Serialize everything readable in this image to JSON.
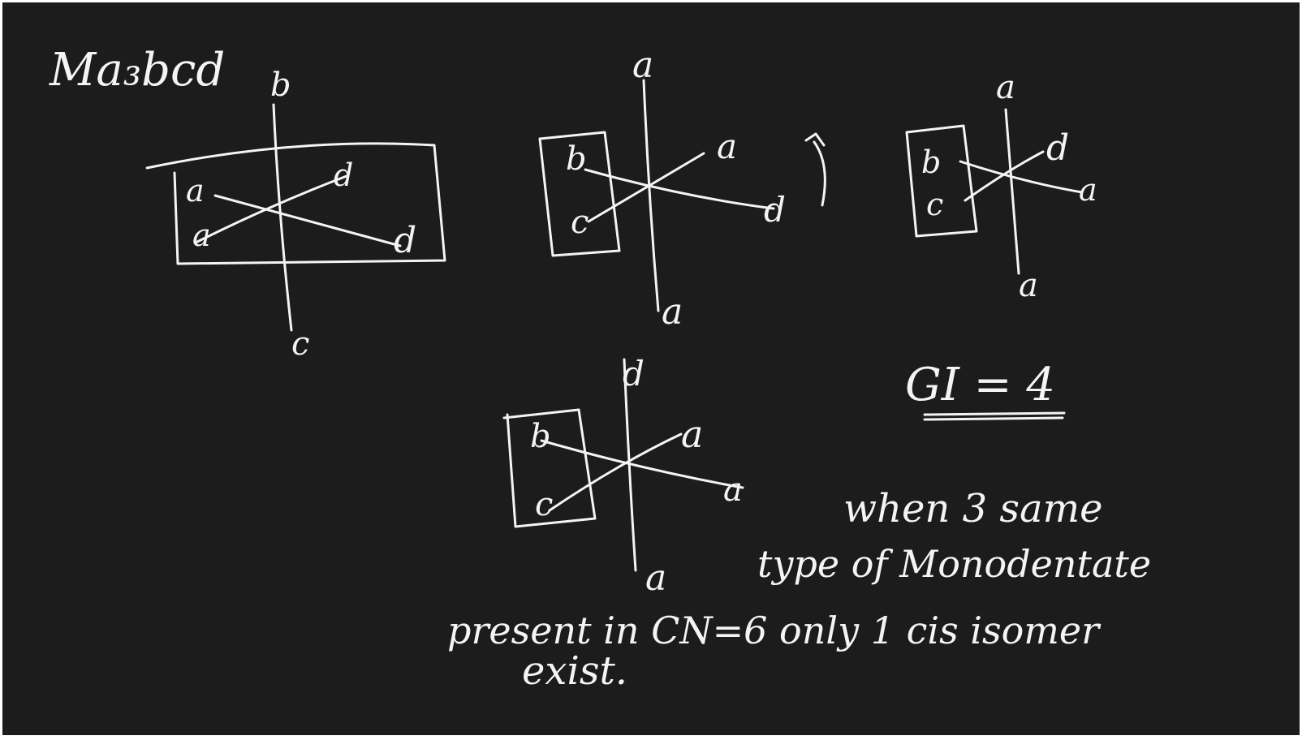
{
  "heading": "Ma₃bcd",
  "labels": {
    "d1_top": "b",
    "d1_bottom": "c",
    "d1_ul": "a",
    "d1_ll": "a",
    "d1_ur": "d",
    "d1_lr": "d",
    "d2_top": "a",
    "d2_bottom": "a",
    "d2_ul": "b",
    "d2_ll": "c",
    "d2_ur": "a",
    "d2_lr": "d",
    "d3_top": "a",
    "d3_bottom": "a",
    "d3_ul": "b",
    "d3_ll": "c",
    "d3_ur": "d",
    "d3_lr": "a",
    "d4_top": "d",
    "d4_bottom": "a",
    "d4_ul": "b",
    "d4_ll": "c",
    "d4_ur": "a",
    "d4_lr": "a"
  },
  "gi_text": "GI = 4",
  "note": {
    "line1": "when 3  same",
    "line2": "type of Monodentate",
    "line3": "present in  CN=6    only 1 cis isomer",
    "line4": "exist."
  }
}
